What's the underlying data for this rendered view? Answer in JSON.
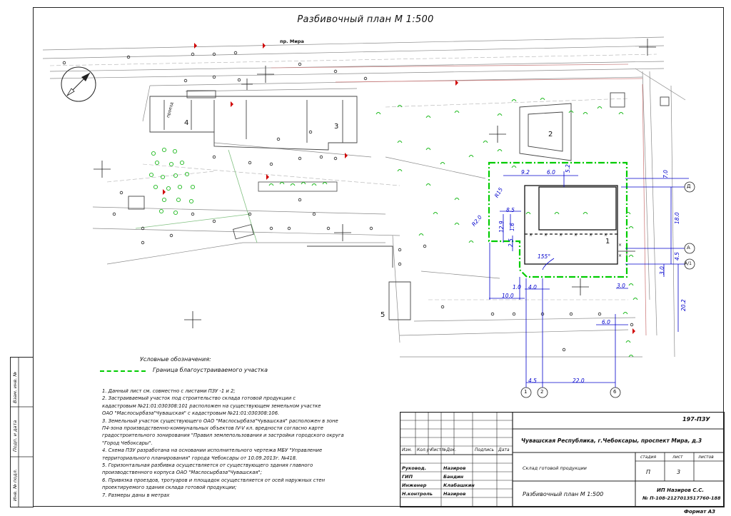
{
  "title": "Разбивочный план М 1:500",
  "street": "пр. Мира",
  "buildings": {
    "b1": "1",
    "b2": "2",
    "b3": "3",
    "b4": "4",
    "b5": "5",
    "proezd": "проезд"
  },
  "axes": {
    "a1": "1",
    "a2": "2",
    "a6": "6",
    "aD": "Д",
    "aA": "А",
    "aA1": "А/1"
  },
  "dimensions": {
    "d92": "9.2",
    "d60": "6.0",
    "d52": "5.2",
    "d70": "7.0",
    "r15": "R15",
    "d85": "8.5",
    "r20": "R2.0",
    "d129": "12.9",
    "d16": "1.6",
    "d25": "2.5",
    "d180": "18.0",
    "d45a": "4.5",
    "d30": "3.0",
    "ang": "155°",
    "d10": "1.0",
    "d40": "4.0",
    "d100": "10.0",
    "d30b": "3.0",
    "d202": "20.2",
    "d60b": "6.0",
    "d45b": "4.5",
    "d220": "22.0"
  },
  "legend": {
    "heading": "Условные обозначения:",
    "item": "Граница благоустраиваемого участка"
  },
  "notes": [
    "1. Данный лист см. совместно с листами ПЗУ -1 и 2;",
    "2. Застраиваемый участок под строительство склада готовой продукции с",
    "кадастровым №21:01:030308:101 расположен на существующем земельном участке",
    "ОАО \"Маслосырбаза\"Чувашская\" с кадастровым №21:01:030308:106.",
    "3. Земельный участок существующего ОАО \"Маслосырбаза\"Чувашская\" расположен в зоне",
    "П4-зона производственно-коммунальных объектов IV-V кл. вредности согласно карте",
    "градостроительного зонирования \"Правил землепользования и застройки городского округа",
    "\"Город Чебоксары\".",
    "4. Схема ПЗУ разработана на основании исполнительного чертежа МБУ \"Управление",
    "территориального планирования\" города Чебоксары от 10.09.2013г. №418.",
    "5. Горизонтальная разбивка осуществляется от существующего здания главного",
    "производственного корпуса ОАО \"Маслосырбаза\"Чувашская\";",
    "6. Привязка проездов, тротуаров и площадок осуществляется от осей наружных стен",
    "проектируемого здания склада готовой продукции;",
    "7. Размеры даны в метрах"
  ],
  "sidebar": {
    "inv": "Инв. № подл.",
    "sign": "Подп. и дата",
    "vzam": "Взам. инв. №"
  },
  "titleblock": {
    "code": "197-ПЗУ",
    "address": "Чувашская Республика, г.Чебоксары, проспект Мира, д.3",
    "hdr_izm": "Изм.",
    "hdr_kol": "Кол.уч",
    "hdr_list": "Лист",
    "hdr_ndok": "№Док.",
    "hdr_podp": "Подпись",
    "hdr_date": "Дата",
    "r1_role": "Руковод.",
    "r1_name": "Назиров",
    "r2_role": "ГИП",
    "r2_name": "Бандин",
    "r3_role": "Инженер",
    "r3_name": "Клабашкин",
    "r4_role": "Н.контроль",
    "r4_name": "Назиров",
    "object": "Склад готовой продукции",
    "stadia_h": "стадия",
    "list_h": "лист",
    "listov_h": "листов",
    "stadia": "П",
    "list": "3",
    "listov": "",
    "sheet_title": "Разбивочный план М 1:500",
    "org1": "ИП Назиров С.С.",
    "org2": "№ П-108-2127013517760-188",
    "format": "Формат А3"
  },
  "colors": {
    "boundary": "#00cc00",
    "dim": "#0000cc",
    "line": "#555555",
    "red": "#d00000",
    "tree": "#22bb22"
  }
}
